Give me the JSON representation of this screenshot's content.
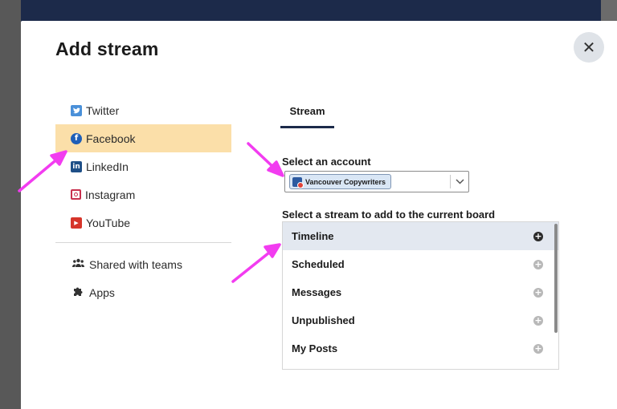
{
  "modal": {
    "title": "Add stream",
    "close_glyph": "✕"
  },
  "networks": [
    {
      "label": "Twitter",
      "icon": "twitter-icon"
    },
    {
      "label": "Facebook",
      "icon": "facebook-icon",
      "selected": true
    },
    {
      "label": "LinkedIn",
      "icon": "linkedin-icon"
    },
    {
      "label": "Instagram",
      "icon": "instagram-icon"
    },
    {
      "label": "YouTube",
      "icon": "youtube-icon"
    }
  ],
  "extras": [
    {
      "label": "Shared with teams",
      "icon": "users-icon"
    },
    {
      "label": "Apps",
      "icon": "puzzle-icon"
    }
  ],
  "tabs": [
    {
      "label": "Stream",
      "active": true
    }
  ],
  "account": {
    "label": "Select an account",
    "selected": "Vancouver Copywriters"
  },
  "streams": {
    "label": "Select a stream to add to the current board",
    "items": [
      {
        "label": "Timeline",
        "highlighted": true
      },
      {
        "label": "Scheduled"
      },
      {
        "label": "Messages"
      },
      {
        "label": "Unpublished"
      },
      {
        "label": "My Posts"
      }
    ]
  },
  "colors": {
    "backdrop": "#1c2a4a",
    "selected_network": "#fbdfa9",
    "annotation_arrow": "#f23cf0"
  }
}
